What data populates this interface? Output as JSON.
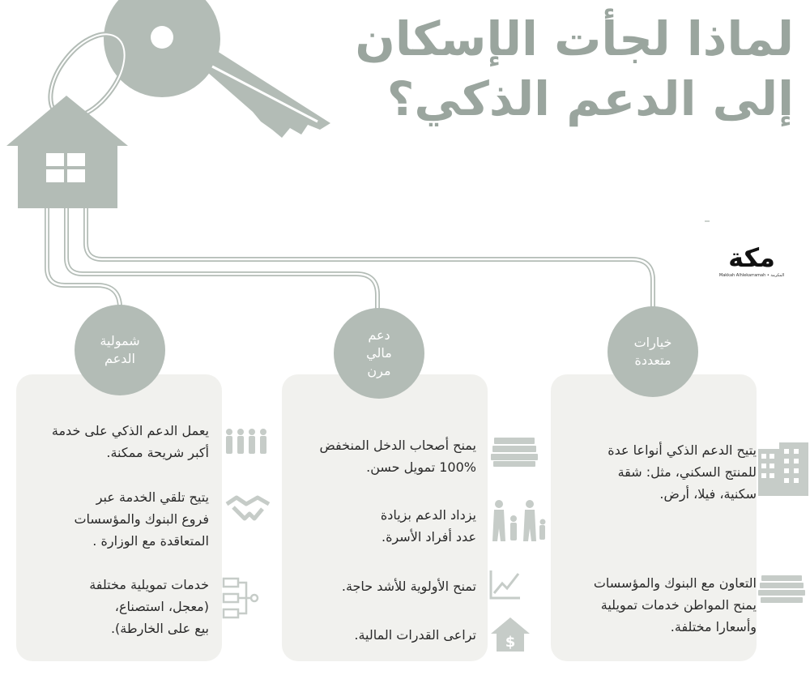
{
  "title": {
    "line1": "لماذا لجأت الإسكان",
    "line2": "إلى الدعم الذكي؟"
  },
  "logo": {
    "wordmark": "مكة",
    "subtitle": "Makkah Alhlekarramah • المكرمة"
  },
  "colors": {
    "accent": "#b3bcb6",
    "title": "#9aa59e",
    "card": "#f1f1ee",
    "icon": "#c6ccc8",
    "text": "#2a2a2a"
  },
  "columns": {
    "right": {
      "heading": "خيارات\nمتعددة",
      "items": [
        {
          "text": "يتيح الدعم الذكي أنواعا عدة\nللمنتج السكني، مثل: شقة\nسكنية، فيلا، أرض.",
          "icon": "building-icon"
        },
        {
          "text": "التعاون مع البنوك والمؤسسات\nيمنح المواطن خدمات تمويلية\nوأسعارا مختلفة.",
          "icon": "money-stack-icon"
        }
      ]
    },
    "middle": {
      "heading": "دعم\nمالي\nمرن",
      "items": [
        {
          "text": "يمنح أصحاب الدخل المنخفض\n100% تمويل حسن.",
          "icon": "money-stack-icon"
        },
        {
          "text": "يزداد الدعم بزيادة\nعدد أفراد الأسرة.",
          "icon": "family-icon"
        },
        {
          "text": "تمنح الأولوية للأشد حاجة.",
          "icon": "line-chart-icon"
        },
        {
          "text": "تراعى القدرات المالية.",
          "icon": "house-dollar-icon"
        }
      ]
    },
    "left": {
      "heading": "شمولية\nالدعم",
      "items": [
        {
          "text": "يعمل الدعم الذكي على خدمة\nأكبر شريحة ممكنة.",
          "icon": "people-icon"
        },
        {
          "text": "يتيح تلقي الخدمة عبر\nفروع البنوك والمؤسسات\nالمتعاقدة مع الوزارة .",
          "icon": "handshake-icon"
        },
        {
          "text": "خدمات تمويلية مختلفة\n(معجل، استصناع،\nبيع على الخارطة).",
          "icon": "flowchart-icon"
        }
      ]
    }
  }
}
